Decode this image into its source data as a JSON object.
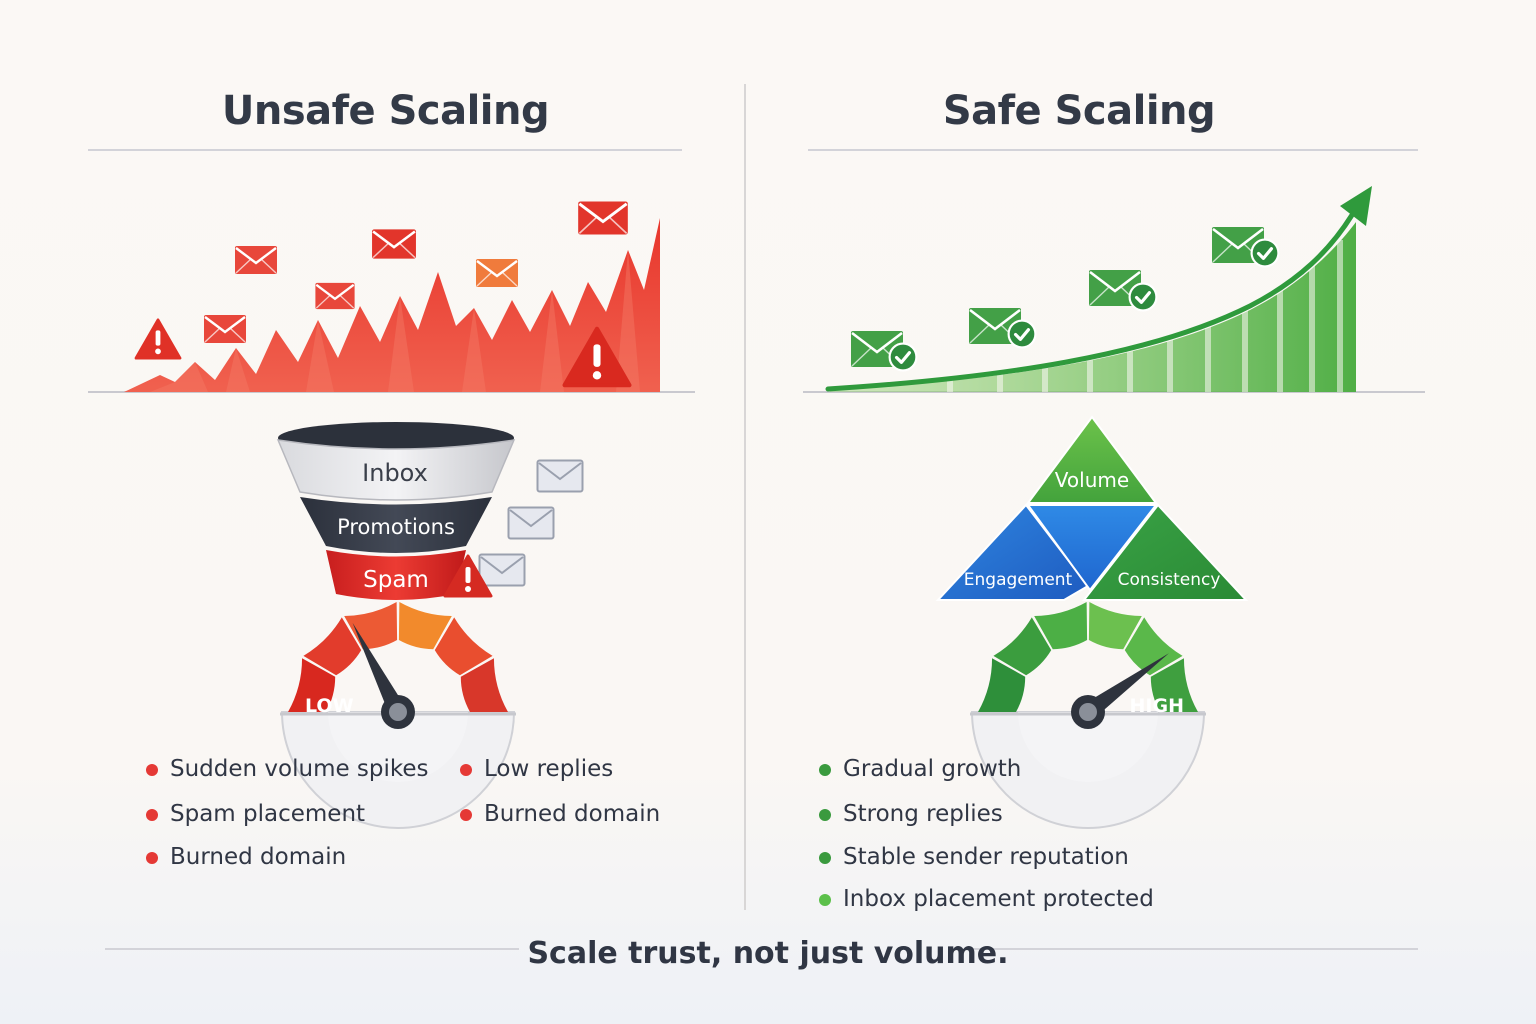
{
  "unsafe": {
    "title": "Unsafe Scaling",
    "funnel": {
      "inbox": "Inbox",
      "promotions": "Promotions",
      "spam": "Spam"
    },
    "gauge": {
      "label": "LOW",
      "level": 0.35
    },
    "bullets": [
      "Sudden volume spikes",
      "Low replies",
      "Spam placement",
      "Burned domain",
      "Burned domain"
    ],
    "color": "#e53935"
  },
  "safe": {
    "title": "Safe Scaling",
    "pyramid": {
      "top": "Volume",
      "left": "Engagement",
      "right": "Consistency"
    },
    "gauge": {
      "label": "HIGH",
      "level": 0.8
    },
    "bullets": [
      "Gradual growth",
      "Strong replies",
      "Stable sender reputation",
      "Inbox placement protected"
    ],
    "color": "#3a9a3e"
  },
  "tagline": "Scale trust, not just volume.",
  "icons": [
    "warning-icon",
    "envelope-icon",
    "envelope-check-icon",
    "growth-arrow-icon",
    "gauge-needle-icon"
  ]
}
